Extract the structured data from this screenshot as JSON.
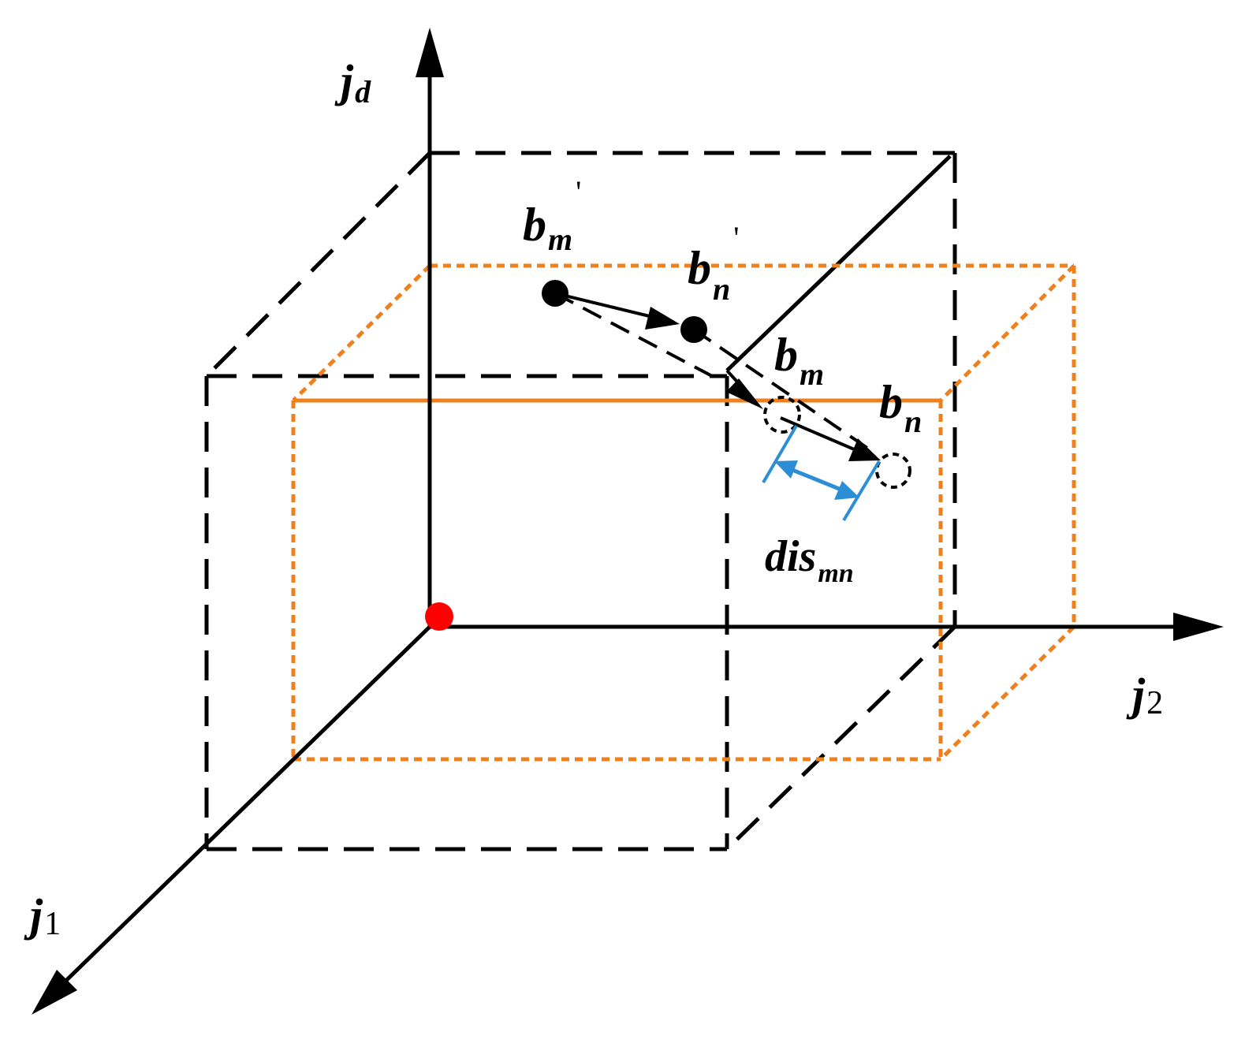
{
  "colors": {
    "axis": "#000000",
    "cube_outer": "#000000",
    "cube_inner": "#f07f1e",
    "origin": "#ff0000",
    "distance": "#2c8fd6",
    "points": "#000000"
  },
  "axes": {
    "jd": {
      "base": "j",
      "sub": "d"
    },
    "j2": {
      "base": "j",
      "sub": "2"
    },
    "j1": {
      "base": "j",
      "sub": "1"
    }
  },
  "points": {
    "bm_prime": {
      "base": "b",
      "sub": "m",
      "mark": "'"
    },
    "bn_prime": {
      "base": "b",
      "sub": "n",
      "mark": "'"
    },
    "bm": {
      "base": "b",
      "sub": "m"
    },
    "bn": {
      "base": "b",
      "sub": "n"
    }
  },
  "distance_label": {
    "base": "dis",
    "sub": "mn"
  },
  "icons": {
    "origin": "origin-dot-icon",
    "arrowhead": "arrowhead-icon"
  }
}
